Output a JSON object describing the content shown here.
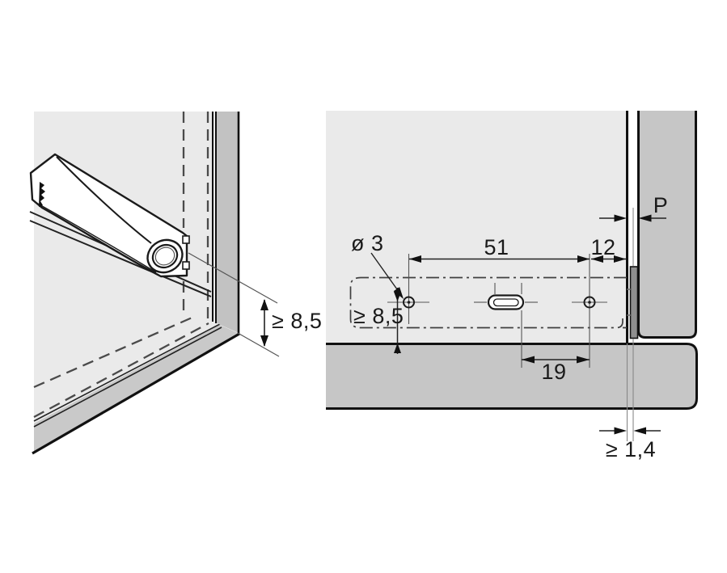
{
  "figure_type": "installation-diagram",
  "colors": {
    "background": "#ffffff",
    "panel_light": "#eaeaea",
    "panel_mid": "#c6c6c6",
    "strip": "#c2c2c2",
    "band": "#c9c9c9",
    "plate_dark": "#8f8f8f",
    "line": "#1a1a1a"
  },
  "left_view": {
    "name": "perspective-view-of-catch-on-panel-corner",
    "labels": {
      "bottom_clearance": "≥ 8,5"
    }
  },
  "right_view": {
    "name": "drilling-dimensions-view",
    "labels": {
      "hole_diameter": "ø 3",
      "hole_spacing": "51",
      "edge_distance": "12",
      "gap": "P",
      "bottom_clearance": "≥ 8,5",
      "slot_to_hole": "19",
      "min_protrusion": "≥ 1,4"
    }
  }
}
